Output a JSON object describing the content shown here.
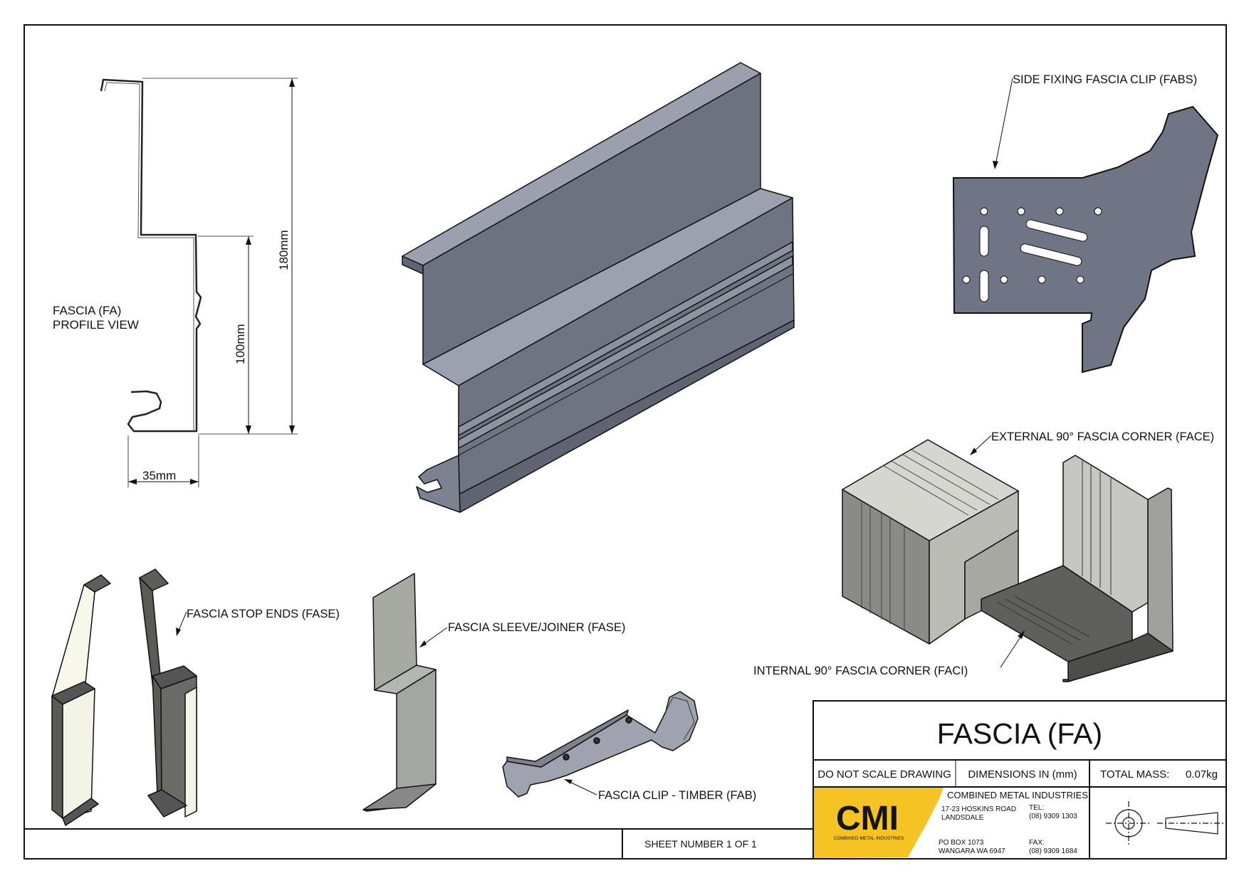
{
  "labels": {
    "profile_title_1": "FASCIA (FA)",
    "profile_title_2": "PROFILE VIEW",
    "dim_180": "180mm",
    "dim_100": "100mm",
    "dim_35": "35mm",
    "side_clip": "SIDE FIXING FASCIA CLIP (FABS)",
    "ext_corner": "EXTERNAL 90° FASCIA CORNER (FACE)",
    "int_corner": "INTERNAL 90° FASCIA CORNER (FACI)",
    "stop_ends": "FASCIA STOP ENDS (FASE)",
    "sleeve": "FASCIA SLEEVE/JOINER (FASE)",
    "clip_timber": "FASCIA CLIP - TIMBER (FAB)"
  },
  "title_block": {
    "title": "FASCIA  (FA)",
    "do_not_scale": "DO NOT SCALE DRAWING",
    "dimensions": "DIMENSIONS IN (mm)",
    "total_mass_label": "TOTAL MASS:",
    "total_mass_value": "0.07kg",
    "company": "COMBINED METAL INDUSTRIES",
    "address_1": "17-23 HOSKINS ROAD",
    "address_2": "LANDSDALE",
    "tel_label": "TEL:",
    "tel": "(08) 9309 1303",
    "po_1": "PO BOX 1073",
    "po_2": "WANGARA WA 6947",
    "fax_label": "FAX:",
    "fax": "(08) 9309 1684",
    "logo_text": "CMI",
    "logo_sub": "COMBINED METAL INDUSTRIES",
    "sheet_number": "SHEET NUMBER 1 OF 1"
  },
  "colors": {
    "metal_face": "#6f7583",
    "metal_light": "#8d93a1",
    "metal_top": "#a7acb8",
    "logo_yellow": "#f6c324",
    "line": "#111111"
  }
}
